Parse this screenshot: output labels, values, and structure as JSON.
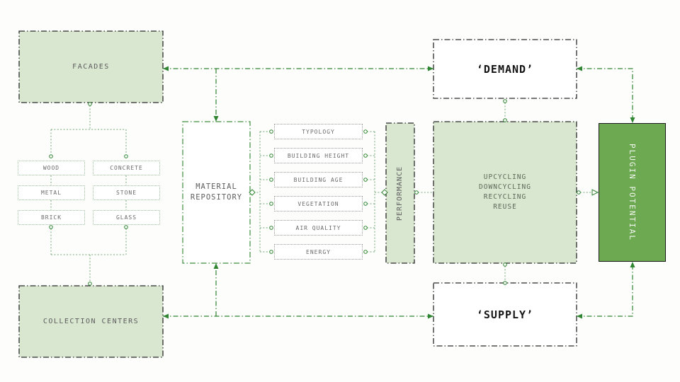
{
  "colors": {
    "bg": "#fdfdfc",
    "box_fill_light": "#d9e6d0",
    "plugin_fill": "#6ca951",
    "plugin_text": "#f2f6ee",
    "line_green": "#2f8532",
    "fine_green": "#74a878",
    "border_dark": "#2a2a2a",
    "repo_border": "#3f8f3f",
    "material_box_border": "#9cc09c",
    "attr_box_border": "#9a9a9a",
    "text_gray": "#5d5d5d"
  },
  "diagram": {
    "facades": {
      "label": "FACADES"
    },
    "materials": {
      "items": [
        "WOOD",
        "CONCRETE",
        "METAL",
        "STONE",
        "BRICK",
        "GLASS"
      ]
    },
    "collection_centers": {
      "label": "COLLECTION CENTERS"
    },
    "material_repository": {
      "label": "MATERIAL REPOSITORY"
    },
    "attributes": {
      "items": [
        "TYPOLOGY",
        "BUILDING HEIGHT",
        "BUILDING AGE",
        "VEGETATION",
        "AIR QUALITY",
        "ENERGY"
      ]
    },
    "performance": {
      "label": "PERFORMANCE"
    },
    "process": {
      "lines": [
        "UPCYCLING",
        "DOWNCYCLING",
        "RECYCLING",
        "REUSE"
      ]
    },
    "demand": {
      "label": "‘DEMAND’"
    },
    "supply": {
      "label": "‘SUPPLY’"
    },
    "plugin_potential": {
      "label": "PLUGIN POTENTIAL"
    }
  }
}
